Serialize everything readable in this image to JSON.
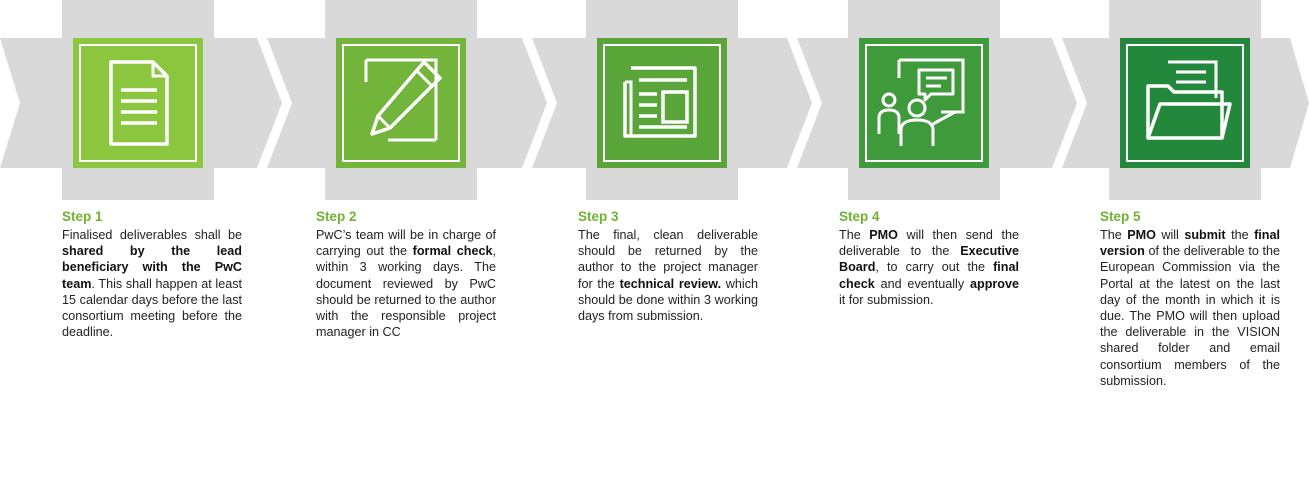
{
  "colors": {
    "band": "#d9d9d9",
    "step_title": "#6fb32f",
    "steps": [
      "#8cc63f",
      "#72b53a",
      "#5aa53a",
      "#3f9a3c",
      "#24883c"
    ]
  },
  "steps": [
    {
      "title": "Step 1",
      "icon": "document-icon",
      "body": [
        {
          "t": "Finalised deliverables shall be ",
          "b": false
        },
        {
          "t": "shared by the lead beneficiary with the PwC team",
          "b": true
        },
        {
          "t": ". This shall happen at least 15 calendar days before the last consortium meeting before the deadline.",
          "b": false
        }
      ]
    },
    {
      "title": "Step 2",
      "icon": "pencil-icon",
      "body": [
        {
          "t": "PwC’s team will be in charge of carrying out the ",
          "b": false
        },
        {
          "t": "formal check",
          "b": true
        },
        {
          "t": ", within 3 working days. The document reviewed by PwC should be returned to the author with the responsible project manager in CC",
          "b": false
        }
      ]
    },
    {
      "title": "Step 3",
      "icon": "newspaper-icon",
      "body": [
        {
          "t": "The final, clean deliverable should be returned by the author to the project manager for the ",
          "b": false
        },
        {
          "t": "technical review.",
          "b": true
        },
        {
          "t": " which should be done within 3 working days from submission.",
          "b": false
        }
      ]
    },
    {
      "title": "Step 4",
      "icon": "meeting-presentation-icon",
      "body": [
        {
          "t": "The ",
          "b": false
        },
        {
          "t": "PMO",
          "b": true
        },
        {
          "t": " will then send the deliverable to the ",
          "b": false
        },
        {
          "t": "Executive Board",
          "b": true
        },
        {
          "t": ", to carry out the ",
          "b": false
        },
        {
          "t": "final check",
          "b": true
        },
        {
          "t": " and eventually ",
          "b": false
        },
        {
          "t": "approve",
          "b": true
        },
        {
          "t": " it for submission.",
          "b": false
        }
      ]
    },
    {
      "title": "Step 5",
      "icon": "open-folder-icon",
      "body": [
        {
          "t": "The ",
          "b": false
        },
        {
          "t": "PMO",
          "b": true
        },
        {
          "t": " will ",
          "b": false
        },
        {
          "t": "submit",
          "b": true
        },
        {
          "t": " the ",
          "b": false
        },
        {
          "t": "final version",
          "b": true
        },
        {
          "t": " of the deliverable to the European Commission via the Portal at the latest on the last day of the month in which it is due. The PMO will then upload the deliverable in the VISION shared folder and email consortium members of the submission.",
          "b": false
        }
      ]
    }
  ]
}
